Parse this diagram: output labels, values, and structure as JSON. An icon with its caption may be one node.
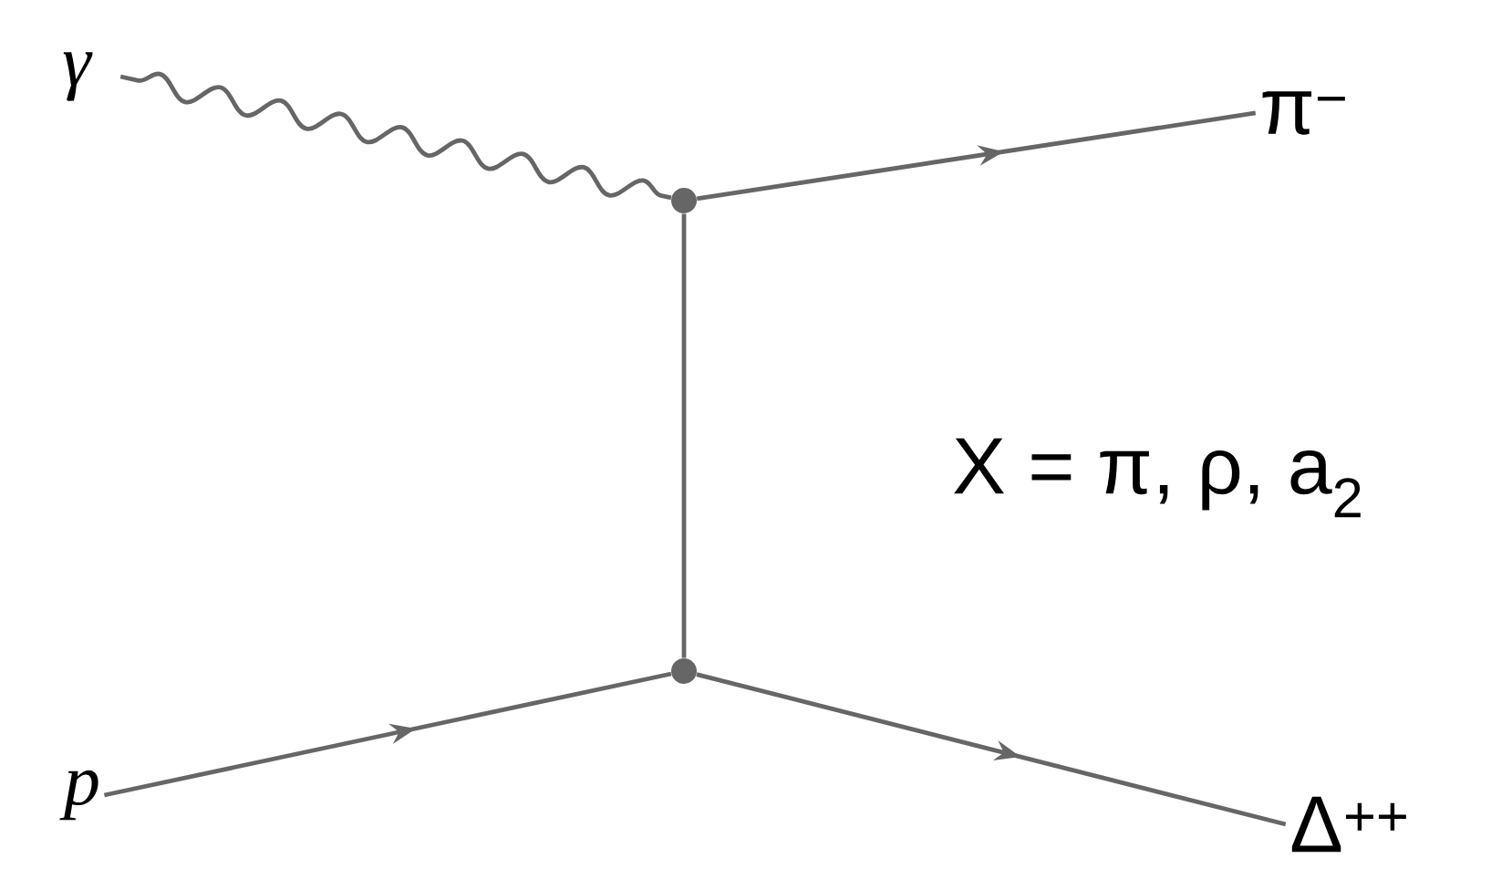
{
  "diagram": {
    "nodes": [
      {
        "text": [
          "γ"
        ]
      },
      {
        "text": [],
        "shape": "circle"
      },
      {
        "text": [
          "π$^{−}$"
        ]
      },
      {
        "text": [],
        "shape": "circle"
      },
      {
        "text": [
          "p"
        ]
      },
      {
        "text": [
          "Δ$^{++}$"
        ]
      }
    ],
    "edges": [
      {
        "from": 0,
        "to": 1,
        "arrow": "none"
      },
      {
        "from": 1,
        "to": 2,
        "arrow": "to"
      },
      {
        "from": 1,
        "to": 3,
        "arrow": "none",
        "label": "X = π, ρ, a$_{2}$"
      },
      {
        "from": 4,
        "to": 3,
        "arrow": "to"
      },
      {
        "from": 3,
        "to": 5,
        "arrow": "to"
      }
    ]
  }
}
